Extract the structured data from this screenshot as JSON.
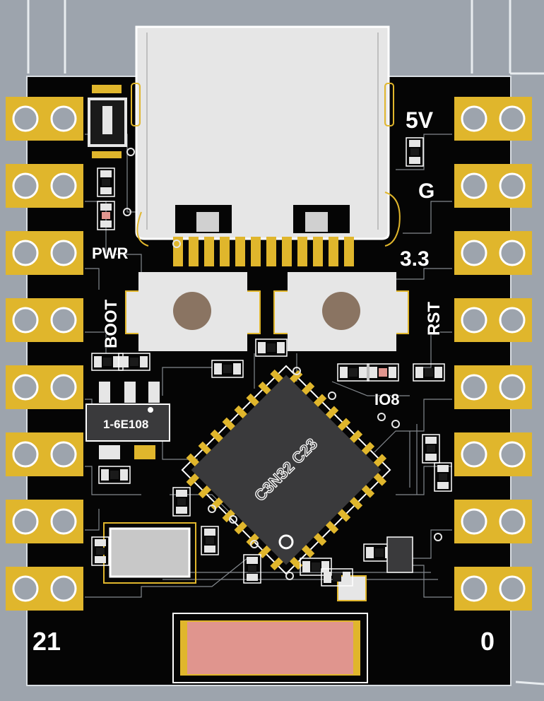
{
  "colors": {
    "background": "#9da4ad",
    "pcb": "#050505",
    "gold": "#e0b62c",
    "silkscreen": "#ffffff",
    "connector": "#e6e6e6",
    "chip": "#3a3a3c",
    "antenna": "#e0958e",
    "button_pin": "#8a7462"
  },
  "silkscreen": {
    "pwr": "PWR",
    "boot": "BOOT",
    "five_v": "5V",
    "gnd": "G",
    "three_v3": "3.3",
    "rst": "RST",
    "led_io": "IO8",
    "pin_21": "21",
    "pin_0": "0",
    "regulator": "1-6E108",
    "mcu": "C3N32 C23"
  },
  "icons": {
    "usb": "usb-c-connector-icon",
    "mcu": "microcontroller-chip-icon",
    "antenna": "chip-antenna-icon",
    "crystal": "crystal-oscillator-icon",
    "button": "tactile-button-icon"
  }
}
